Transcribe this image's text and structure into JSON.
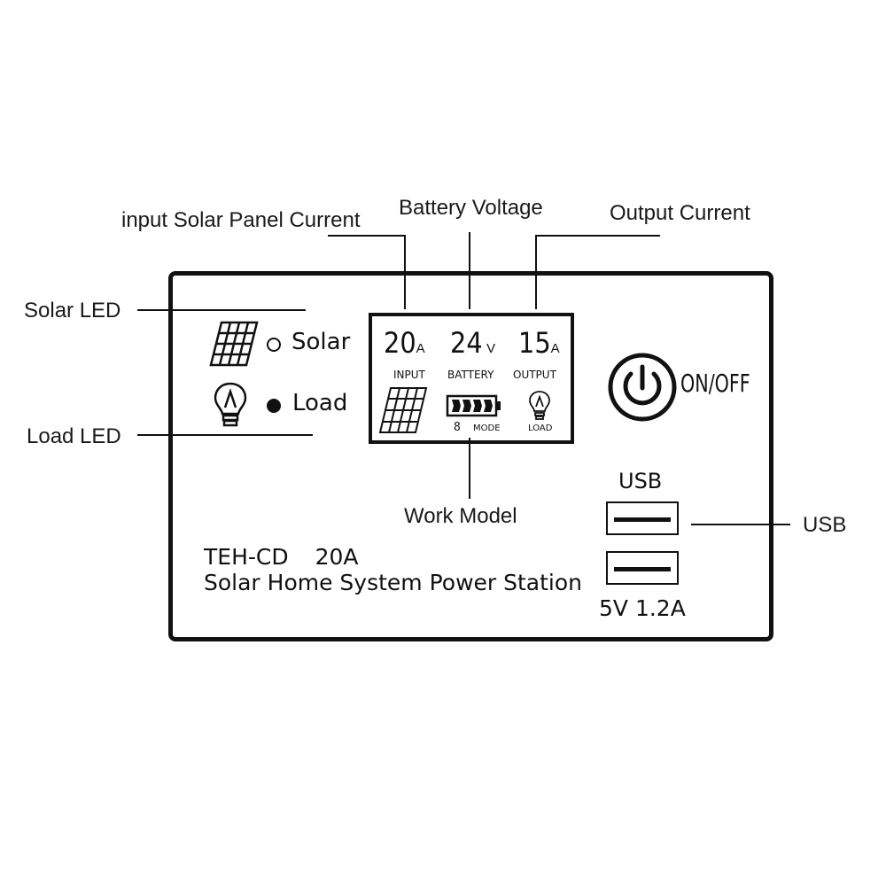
{
  "callouts": {
    "input_solar_current": "input Solar Panel Current",
    "battery_voltage": "Battery Voltage",
    "output_current": "Output Current",
    "solar_led": "Solar LED",
    "load_led": "Load LED",
    "work_model": "Work Model",
    "usb": "USB"
  },
  "panel": {
    "indicators": {
      "solar": "Solar",
      "load": "Load"
    },
    "lcd": {
      "input_value": "20",
      "input_unit": "A",
      "battery_value": "24",
      "battery_unit": "V",
      "output_value": "15",
      "output_unit": "A",
      "input_label": "INPUT",
      "battery_label": "BATTERY",
      "output_label": "OUTPUT",
      "mode_digit": "8",
      "mode_label": "MODE",
      "load_label": "LOAD"
    },
    "power_button_label": "ON/OFF",
    "usb_label": "USB",
    "usb_rating": "5V 1.2A",
    "model": "TEH-CD",
    "rating": "20A",
    "product_name": "Solar Home System Power Station"
  },
  "icons": [
    "solar-panel-icon",
    "light-bulb-icon",
    "power-icon",
    "battery-icon"
  ],
  "colors": {
    "line": "#111111",
    "background": "#ffffff"
  }
}
